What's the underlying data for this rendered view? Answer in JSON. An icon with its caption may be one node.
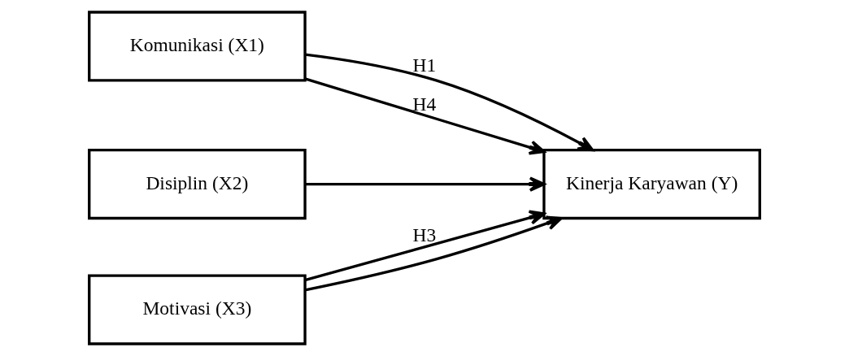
{
  "diagram": {
    "nodes": [
      {
        "text": [
          "Komunikasi (X1)"
        ]
      },
      {
        "text": [
          "Disiplin (X2)"
        ]
      },
      {
        "text": [
          "Motivasi (X3)"
        ]
      },
      {
        "text": [
          "Kinerja Karyawan (Y)"
        ]
      }
    ],
    "edges": [
      {
        "from": 0,
        "to": 3,
        "arrow": "to",
        "label": "H1"
      },
      {
        "from": 1,
        "to": 3,
        "arrow": "to"
      },
      {
        "from": 2,
        "to": 3,
        "arrow": "to",
        "label": "H3"
      },
      {
        "from": 0,
        "to": 3,
        "arrow": "to",
        "label": "H4"
      },
      {
        "from": 2,
        "to": 3,
        "arrow": "to"
      }
    ]
  }
}
